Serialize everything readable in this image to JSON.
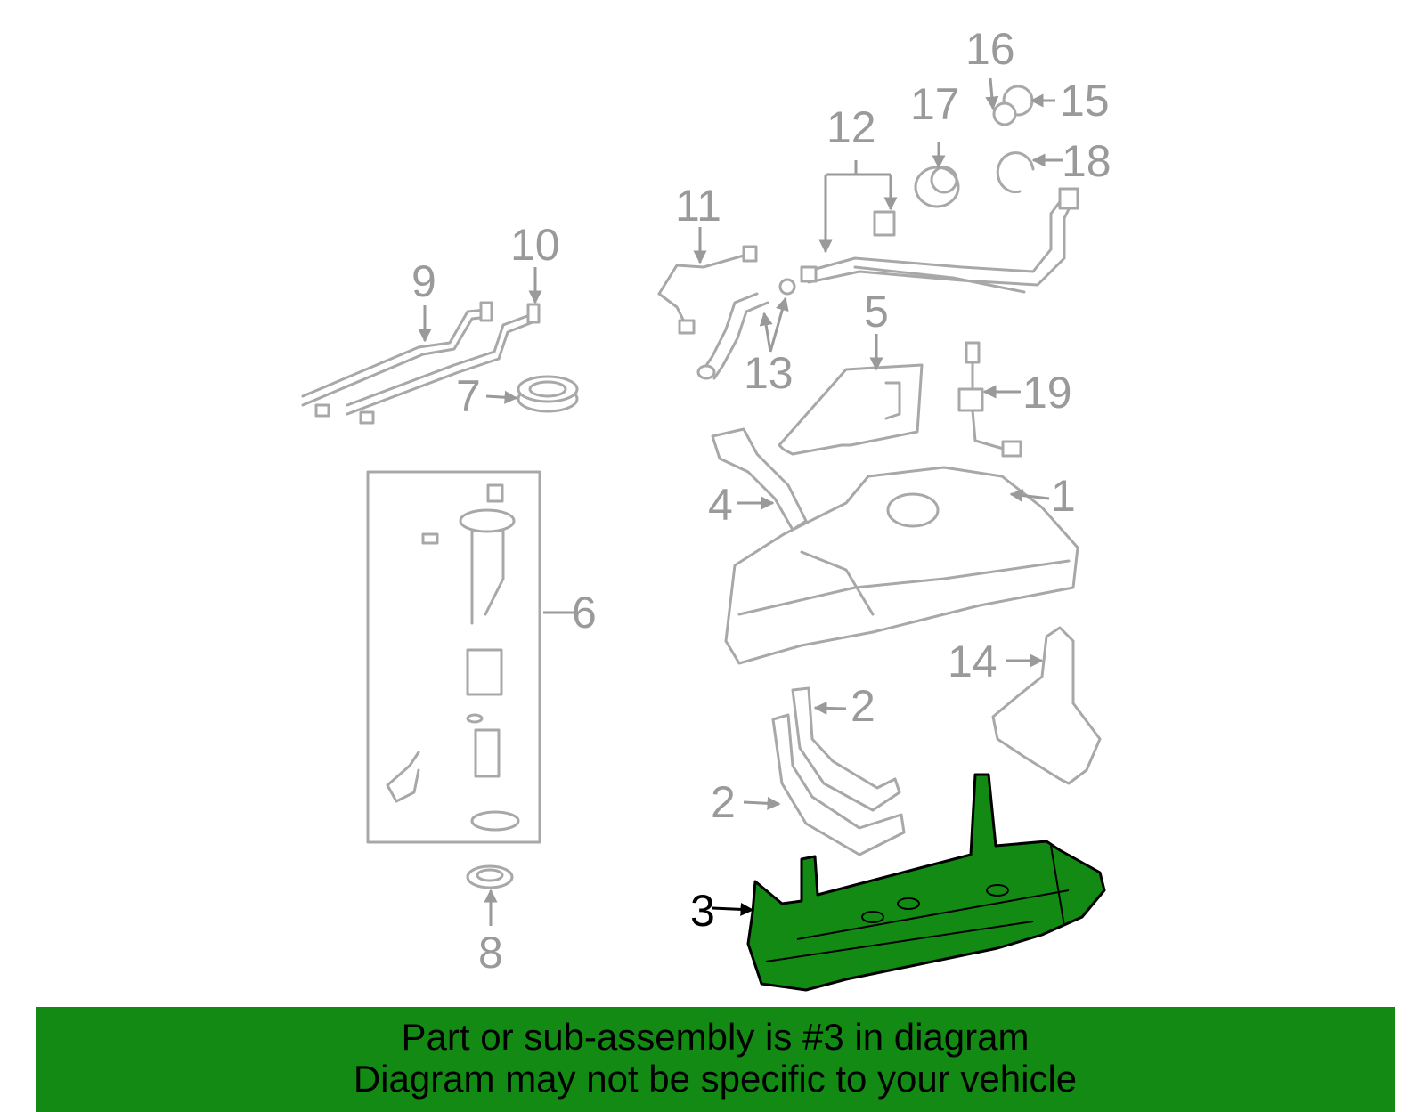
{
  "callouts": {
    "c1": "1",
    "c2a": "2",
    "c2b": "2",
    "c3": "3",
    "c4": "4",
    "c5": "5",
    "c6": "6",
    "c7": "7",
    "c8": "8",
    "c9": "9",
    "c10": "10",
    "c11": "11",
    "c12": "12",
    "c13": "13",
    "c14": "14",
    "c15": "15",
    "c16": "16",
    "c17": "17",
    "c18": "18",
    "c19": "19"
  },
  "highlighted_part": "3",
  "colors": {
    "highlight": "#138a13",
    "line": "#a8a8a8",
    "banner": "#138a13"
  },
  "banner": {
    "line1": "Part or sub-assembly is #3 in diagram",
    "line2": "Diagram may not be specific to your vehicle"
  }
}
